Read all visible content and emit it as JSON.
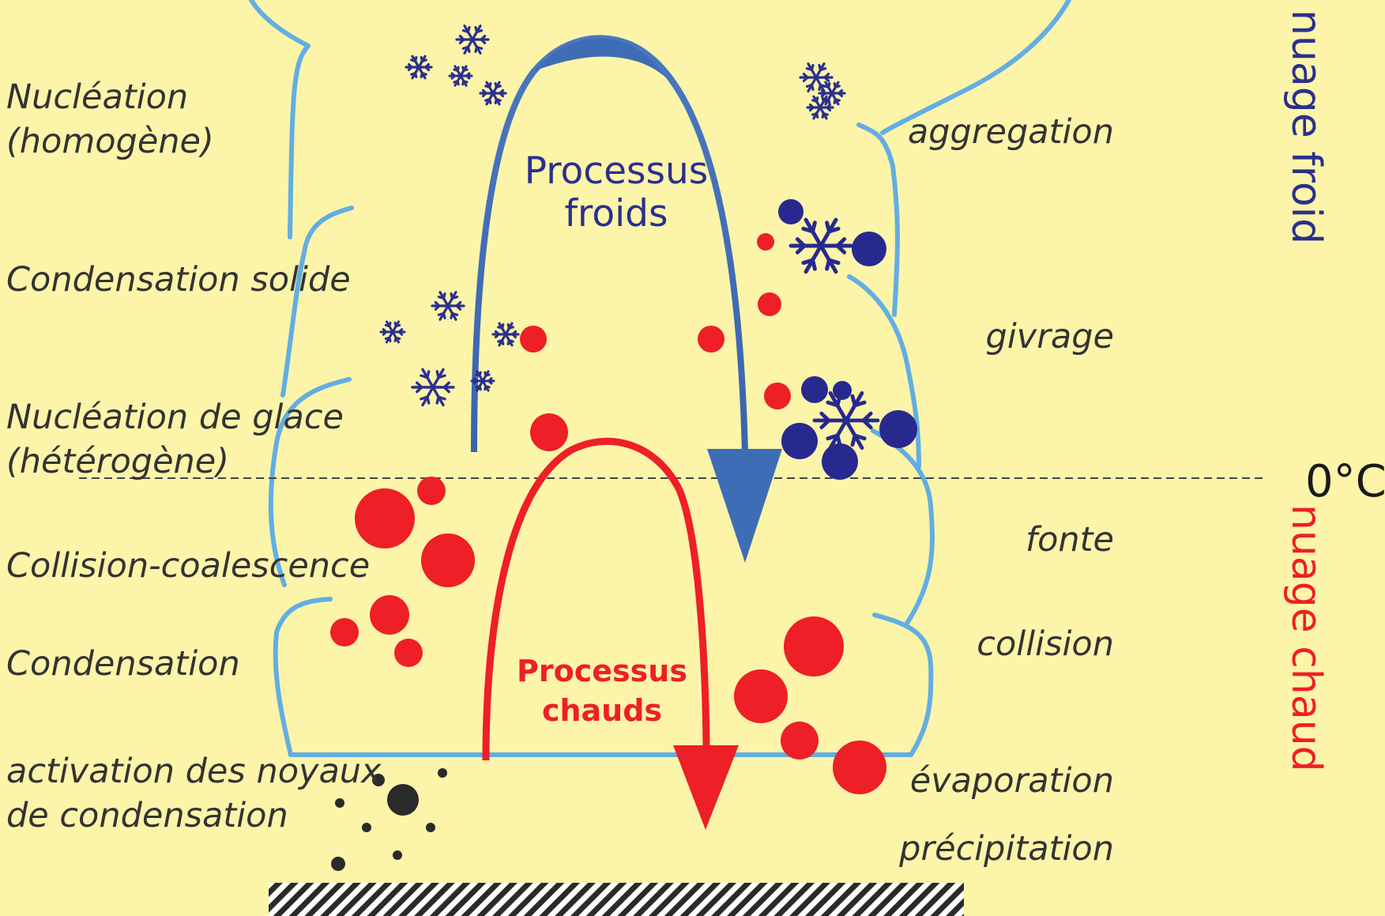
{
  "labels_left": {
    "nucleation_homogene": [
      "Nucléation",
      "(homogène)"
    ],
    "condensation_solide": "Condensation solide",
    "nucleation_glace": [
      "Nucléation de glace",
      "(hétérogène)"
    ],
    "collision_coalescence": "Collision-coalescence",
    "condensation": "Condensation",
    "activation": [
      "activation des noyaux",
      "de condensation"
    ]
  },
  "labels_right": {
    "aggregation": "aggregation",
    "givrage": "givrage",
    "fonte": "fonte",
    "collision": "collision",
    "evaporation": "évaporation",
    "precipitation": "précipitation"
  },
  "cold_process": {
    "line1": "Processus",
    "line2": "froids"
  },
  "warm_process": {
    "line1": "Processus",
    "line2": "chauds"
  },
  "cloud_types": {
    "cold": "nuage froid",
    "warm": "nuage chaud"
  },
  "freezing_level": "0°C",
  "colors": {
    "background": "#FCF4A9",
    "cloud_outline": "#62AEE2",
    "cold_arrow": "#3F6DB5",
    "warm_arrow": "#EE1F26",
    "ice_crystal": "#27298F",
    "droplet": "#EE1F26",
    "cold_text": "#2B2F8E",
    "warm_text": "#EE1F26",
    "aerosol": "#2a2a2a"
  },
  "icons": {
    "snowflake": "snowflake-icon",
    "droplet": "droplet-icon",
    "aerosol": "aerosol-particle-icon",
    "ground": "ground-hatch"
  }
}
